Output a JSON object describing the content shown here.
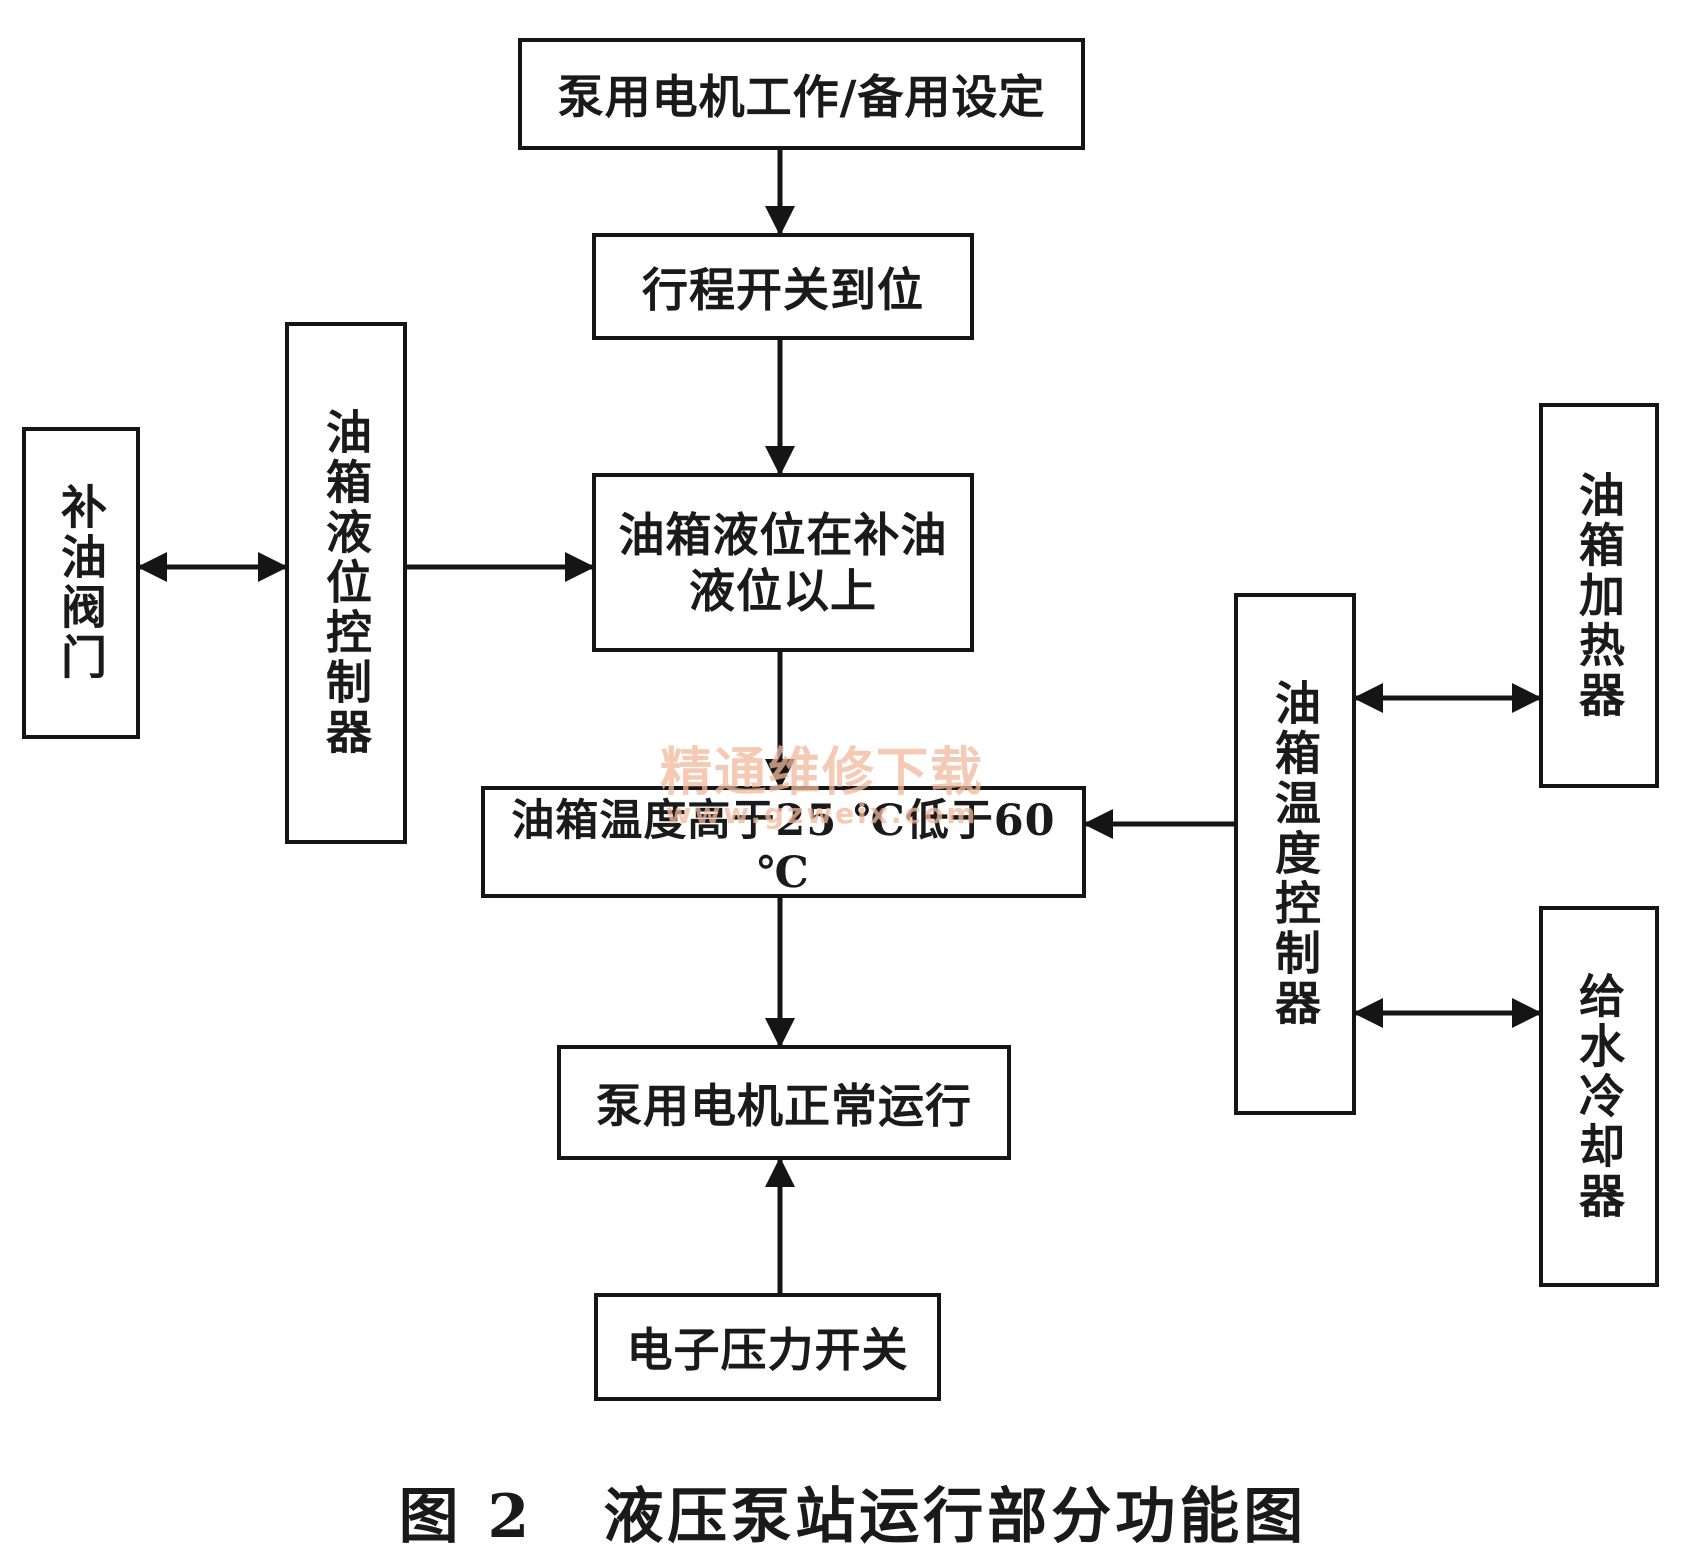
{
  "nodes": {
    "motor_setting": "泵用电机工作/备用设定",
    "travel_switch": "行程开关到位",
    "oil_level_ok_line1": "油箱液位在补油",
    "oil_level_ok_line2": "液位以上",
    "oil_temp_range": "油箱温度高于25 ℃低于60 ℃",
    "motor_running": "泵用电机正常运行",
    "pressure_switch": "电子压力开关",
    "refill_valve": "补油阀门",
    "level_controller": "油箱液位控制器",
    "temp_controller": "油箱温度控制器",
    "heater": "油箱加热器",
    "water_cooler": "给水冷却器"
  },
  "watermark": {
    "text": "精通维修下载",
    "url": "www.gzweix.com"
  },
  "caption": {
    "figure_number": "图 2",
    "title": "液压泵站运行部分功能图"
  }
}
